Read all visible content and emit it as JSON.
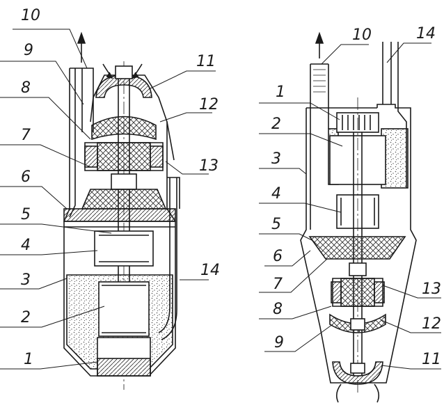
{
  "left_view": {
    "labels": [
      "10",
      "9",
      "8",
      "7",
      "6",
      "5",
      "4",
      "3",
      "2",
      "1",
      "11",
      "12",
      "13",
      "14"
    ]
  },
  "right_view": {
    "labels": [
      "10",
      "14",
      "1",
      "2",
      "3",
      "4",
      "5",
      "6",
      "7",
      "8",
      "9",
      "13",
      "12",
      "11"
    ]
  },
  "colors": {
    "line": "#1a1a1a",
    "hatch": "#333333",
    "sand": "#555555",
    "background": "#ffffff"
  }
}
